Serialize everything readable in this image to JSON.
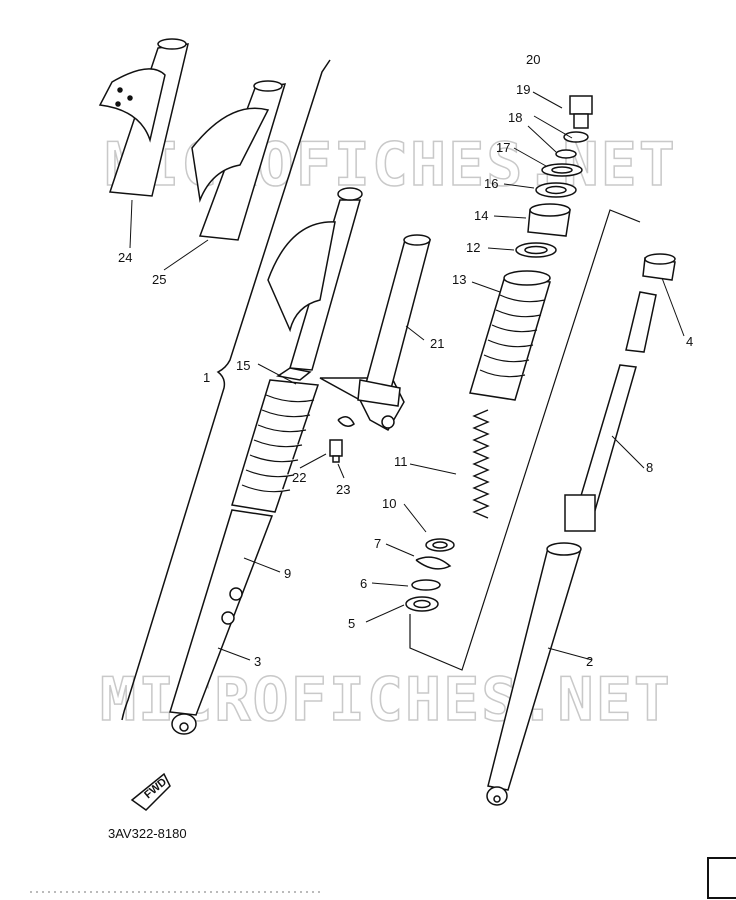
{
  "diagram": {
    "diagram_code": "3AV322-8180",
    "watermark": "MICROFICHES.NET",
    "fwd_label": "FWD",
    "callouts": {
      "c1": "1",
      "c2": "2",
      "c3": "3",
      "c4": "4",
      "c5": "5",
      "c6": "6",
      "c7": "7",
      "c8": "8",
      "c9": "9",
      "c10": "10",
      "c11": "11",
      "c12": "12",
      "c13": "13",
      "c14": "14",
      "c15": "15",
      "c16": "16",
      "c17": "17",
      "c18": "18",
      "c19": "19",
      "c20": "20",
      "c21": "21",
      "c22": "22",
      "c23": "23",
      "c24": "24",
      "c25": "25"
    }
  }
}
